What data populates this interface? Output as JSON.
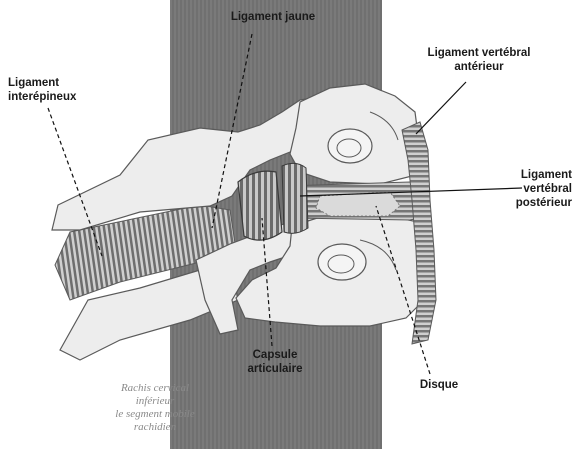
{
  "labels": {
    "ligament_jaune": "Ligament jaune",
    "ligament_vertebral_anterieur": [
      "Ligament vertébral",
      "antérieur"
    ],
    "ligament_interepineux": [
      "Ligament",
      "interépineux"
    ],
    "ligament_vertebral_posterieur": [
      "Ligament",
      "vertébral",
      "postérieur"
    ],
    "capsule_articulaire": [
      "Capsule",
      "articulaire"
    ],
    "disque": "Disque"
  },
  "caption": [
    "Rachis cervical",
    "inférieur",
    "le segment mobile",
    "rachidien"
  ],
  "colors": {
    "background_band": "#7a7a7a",
    "bone": "#ededed",
    "bone_outline": "#5a5a5a",
    "ligament_stripe_dark": "#6a6a6a",
    "ligament_stripe_light": "#c9c9c9",
    "leader_line": "#111111"
  }
}
